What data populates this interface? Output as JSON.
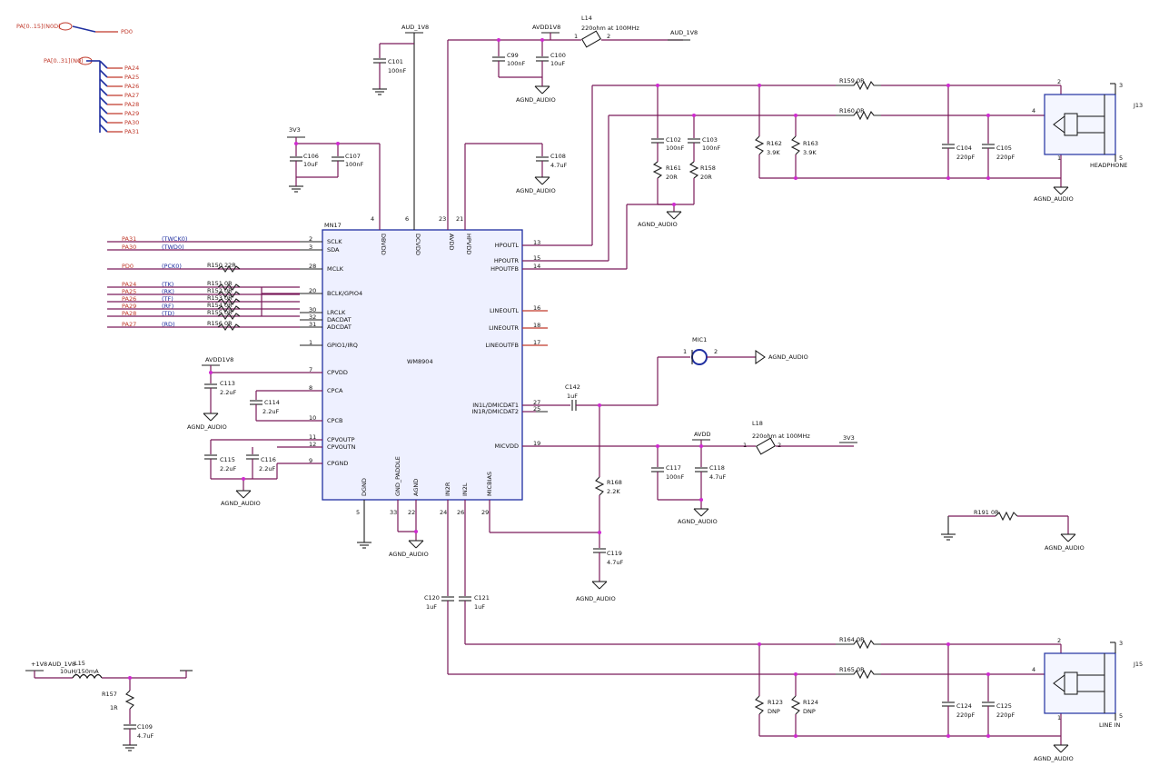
{
  "ic": {
    "ref": "MN17",
    "part": "WM8904",
    "pins_left": [
      {
        "num": "2",
        "name": "SCLK"
      },
      {
        "num": "3",
        "name": "SDA"
      },
      {
        "num": "28",
        "name": "MCLK"
      },
      {
        "num": "20",
        "name": "BCLK/GPIO4"
      },
      {
        "num": "30",
        "name": "LRCLK"
      },
      {
        "num": "32",
        "name": "DACDAT"
      },
      {
        "num": "31",
        "name": "ADCDAT"
      },
      {
        "num": "1",
        "name": "GPIO1/IRQ"
      },
      {
        "num": "7",
        "name": "CPVDD"
      },
      {
        "num": "8",
        "name": "CPCA"
      },
      {
        "num": "10",
        "name": "CPCB"
      },
      {
        "num": "11",
        "name": "CPVOUTP"
      },
      {
        "num": "12",
        "name": "CPVOUTN"
      },
      {
        "num": "9",
        "name": "CPGND"
      }
    ],
    "pins_right": [
      {
        "num": "13",
        "name": "HPOUTL"
      },
      {
        "num": "15",
        "name": "HPOUTR"
      },
      {
        "num": "14",
        "name": "HPOUTFB"
      },
      {
        "num": "16",
        "name": "LINEOUTL"
      },
      {
        "num": "18",
        "name": "LINEOUTR"
      },
      {
        "num": "17",
        "name": "LINEOUTFB"
      },
      {
        "num": "27",
        "name": "IN1L/DMICDAT1"
      },
      {
        "num": "25",
        "name": "IN1R/DMICDAT2"
      },
      {
        "num": "19",
        "name": "MICVDD"
      }
    ],
    "pins_top": [
      {
        "num": "4",
        "name": "DBVDD"
      },
      {
        "num": "6",
        "name": "DCVDD"
      },
      {
        "num": "23",
        "name": "AVDD"
      },
      {
        "num": "21",
        "name": "HPVDD"
      }
    ],
    "pins_bottom": [
      {
        "num": "5",
        "name": "DGND"
      },
      {
        "num": "33",
        "name": "GND_PADDLE"
      },
      {
        "num": "22",
        "name": "AGND"
      },
      {
        "num": "24",
        "name": "IN2R"
      },
      {
        "num": "26",
        "name": "IN2L"
      },
      {
        "num": "29",
        "name": "MICBIAS"
      }
    ]
  },
  "bus": {
    "pc19": "PA[0..15](N0D)",
    "pc19_net": "PD0",
    "pa": "PA[0..31](N0)",
    "lines": [
      "PA24",
      "PA25",
      "PA26",
      "PA27",
      "PA28",
      "PA29",
      "PA30",
      "PA31"
    ]
  },
  "left_signals": [
    {
      "net": "PA31",
      "sig": "(TWCK0)",
      "res": ""
    },
    {
      "net": "PA30",
      "sig": "(TWD0)",
      "res": ""
    },
    {
      "net": "PD0",
      "sig": "(PCK0)",
      "res": "R150 22R"
    },
    {
      "net": "PA24",
      "sig": "(TK)",
      "res": "R151 0R"
    },
    {
      "net": "PA25",
      "sig": "(RK)",
      "res": "R152 0R"
    },
    {
      "net": "PA26",
      "sig": "(TF)",
      "res": "R153 0R"
    },
    {
      "net": "PA29",
      "sig": "(RF)",
      "res": "R154 0R"
    },
    {
      "net": "PA28",
      "sig": "(TD)",
      "res": "R155 0R"
    },
    {
      "net": "PA27",
      "sig": "(RD)",
      "res": "R156 0R"
    }
  ],
  "labels": {
    "aud1v8_top": "AUD_1V8",
    "avdd1v8": "AVDD1V8",
    "aud1v8_right": "AUD_1V8",
    "l14": "L14",
    "l14_val": "220ohm at 100MHz",
    "c101": "C101",
    "c101_val": "100nF",
    "c99": "C99",
    "c99_val": "100nF",
    "c100": "C100",
    "c100_val": "10uF",
    "agnd": "AGND_AUDIO",
    "v3v3": "3V3",
    "c106": "C106",
    "c106_val": "10uF",
    "c107": "C107",
    "c107_val": "100nF",
    "c108": "C108",
    "c108_val": "4.7uF",
    "c102": "C102",
    "c102_val": "100nF",
    "c103": "C103",
    "c103_val": "100nF",
    "r161": "R161",
    "r161_val": "20R",
    "r158": "R158",
    "r158_val": "20R",
    "r162": "R162",
    "r162_val": "3.9K",
    "r163": "R163",
    "r163_val": "3.9K",
    "r159": "R159 0R",
    "r160": "R160 0R",
    "c104": "C104",
    "c104_val": "220pF",
    "c105": "C105",
    "c105_val": "220pF",
    "j13": "J13",
    "headphone": "HEADPHONE",
    "mic1": "MIC1",
    "c142": "C142",
    "c142_val": "1uF",
    "avdd": "AVDD",
    "l18": "L18",
    "l18_val": "220ohm at 100MHz",
    "v3v3_right": "3V3",
    "c117": "C117",
    "c117_val": "100nF",
    "c118": "C118",
    "c118_val": "4.7uF",
    "r168": "R168",
    "r168_val": "2.2K",
    "c119": "C119",
    "c119_val": "4.7uF",
    "avdd1v8_cp": "AVDD1V8",
    "c113": "C113",
    "c113_val": "2.2uF",
    "c114": "C114",
    "c114_val": "2.2uF",
    "c115": "C115",
    "c115_val": "2.2uF",
    "c116": "C116",
    "c116_val": "2.2uF",
    "c120": "C120",
    "c120_val": "1uF",
    "c121": "C121",
    "c121_val": "1uF",
    "r191": "R191 0R",
    "r164": "R164 0R",
    "r165": "R165 0R",
    "r123": "R123",
    "r123_val": "DNP",
    "r124": "R124",
    "r124_val": "DNP",
    "c124": "C124",
    "c124_val": "220pF",
    "c125": "C125",
    "c125_val": "220pF",
    "j15": "J15",
    "line_in": "LINE IN",
    "plus1v8": "+1V8",
    "aud1v8_bl": "AUD_1V8",
    "l15": "L15",
    "l15_val": "10uH/150mA",
    "r157": "R157",
    "r157_val": "1R",
    "c109": "C109",
    "c109_val": "4.7uF",
    "pin1": "1",
    "pin2": "2",
    "pin3": "3",
    "pin4": "4",
    "pin5": "5"
  }
}
